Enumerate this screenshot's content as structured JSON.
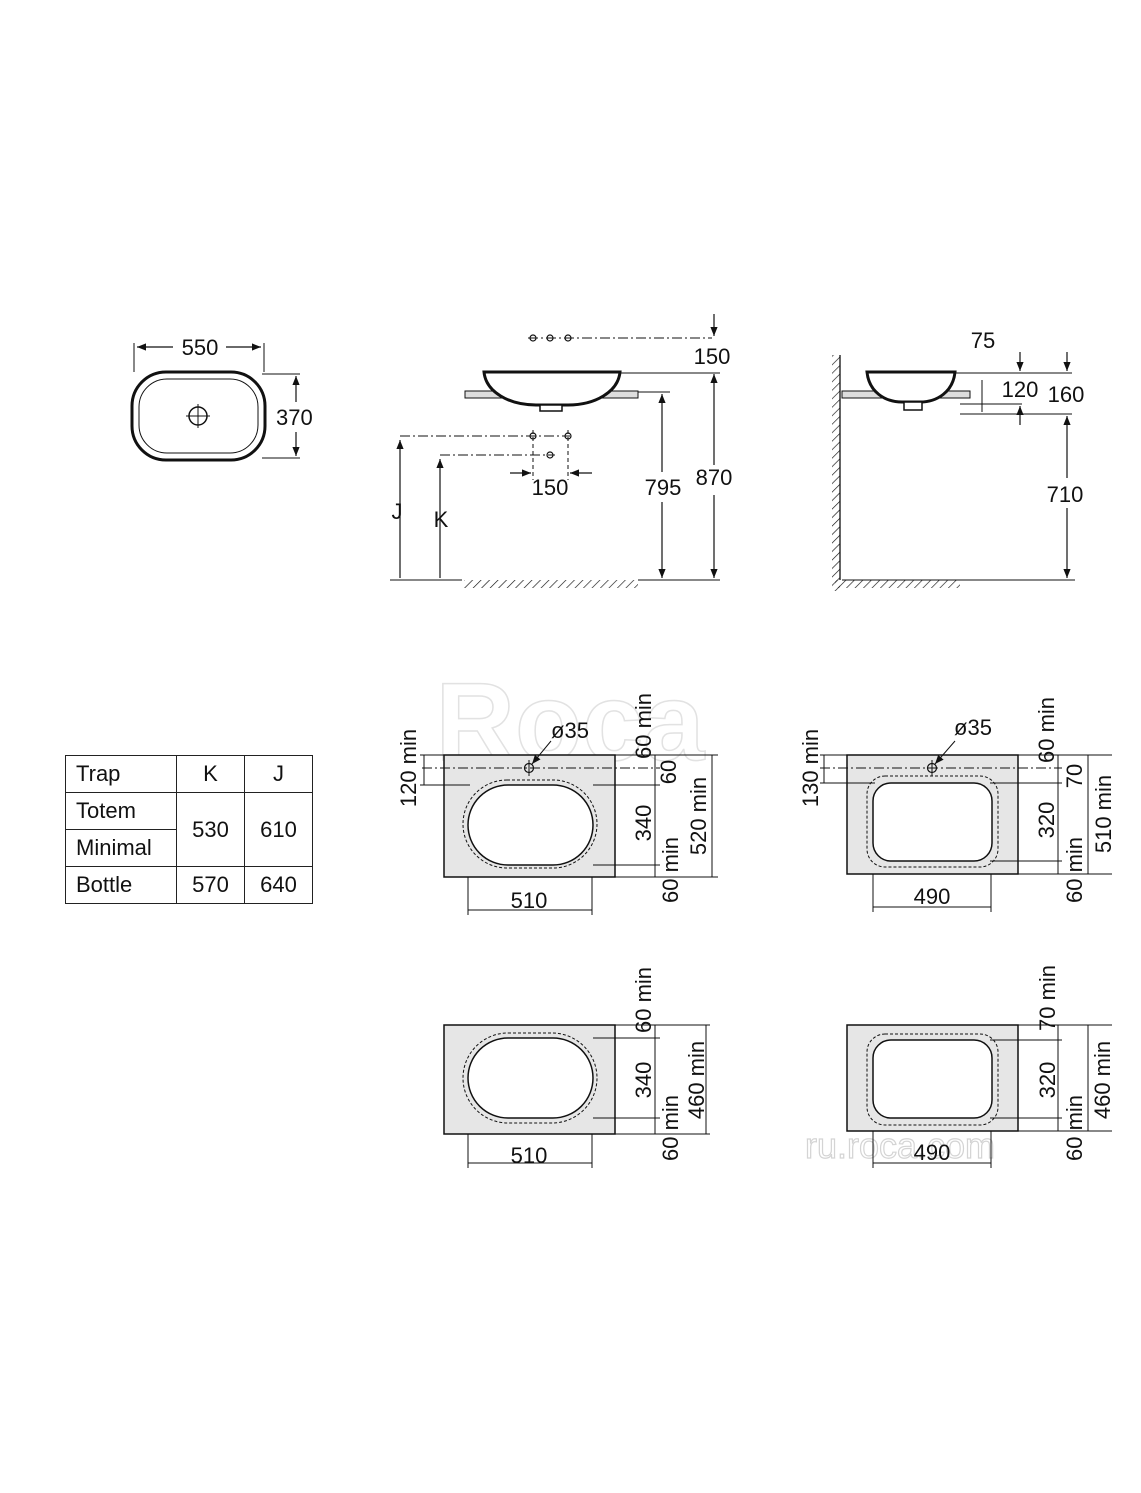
{
  "top_view": {
    "width": "550",
    "depth": "370"
  },
  "side_view": {
    "tap_spacing_top": "150",
    "tap_spacing_bottom": "150",
    "height_795": "795",
    "height_870": "870",
    "label_j": "J",
    "label_k": "K"
  },
  "wall_view": {
    "offset_75": "75",
    "dim_120": "120",
    "dim_160": "160",
    "height_710": "710"
  },
  "cutout_tap_oval": {
    "hole": "ø35",
    "top_min": "120 min",
    "gap_min": "60 min",
    "tap_gap": "60",
    "inner": "340",
    "total_min": "520 min",
    "bottom_min": "60 min",
    "width": "510"
  },
  "cutout_tap_rect": {
    "hole": "ø35",
    "top_min": "130 min",
    "gap_min": "60 min",
    "tap_gap": "70",
    "inner": "320",
    "total_min": "510 min",
    "bottom_min": "60 min",
    "width": "490"
  },
  "cutout_oval": {
    "top_min": "60 min",
    "inner": "340",
    "total_min": "460 min",
    "bottom_min": "60 min",
    "width": "510"
  },
  "cutout_rect": {
    "top_min": "70 min",
    "inner": "320",
    "total_min": "460 min",
    "bottom_min": "60 min",
    "width": "490"
  },
  "trap_table": {
    "header": [
      "Trap",
      "K",
      "J"
    ],
    "rows": [
      {
        "name": "Totem"
      },
      {
        "name": "Minimal"
      },
      {
        "name": "Bottle"
      }
    ],
    "k_totem_minimal": "530",
    "j_totem_minimal": "610",
    "k_bottle": "570",
    "j_bottle": "640"
  },
  "watermarks": {
    "logo": "Roca",
    "url": "ru.roca.com"
  }
}
